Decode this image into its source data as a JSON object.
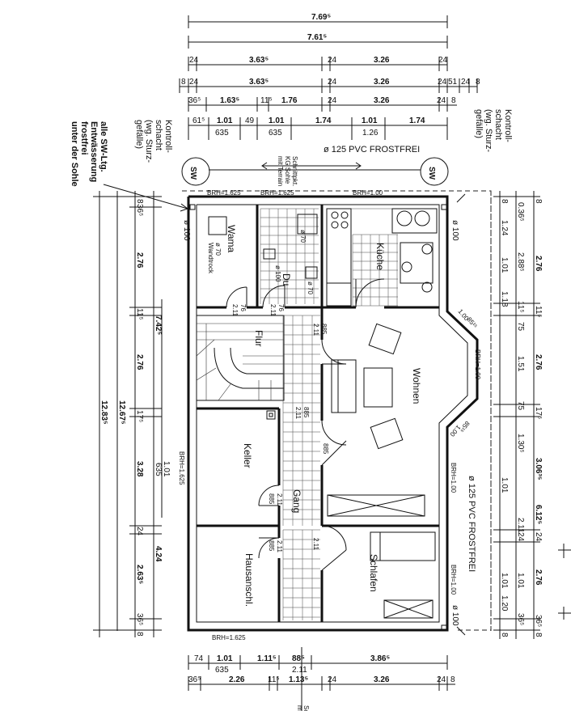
{
  "top_dims": {
    "r1": "7.69⁵",
    "r2": "7.61⁵",
    "r3": [
      "24",
      "3.63⁵",
      "24",
      "3.26",
      "24"
    ],
    "r4": [
      "8",
      "24",
      "3.63⁵",
      "24",
      "3.26",
      "24",
      "51",
      "24",
      "8"
    ],
    "r5": [
      "36⁵",
      "1.63⁵",
      "11⁵",
      "1.76",
      "24",
      "3.26",
      "24",
      "8"
    ],
    "r6": [
      "61⁵",
      "1.01",
      "49",
      "1.01",
      "1.74",
      "1.01",
      "1.74"
    ],
    "r6b": [
      "635",
      "635",
      "1.26"
    ]
  },
  "bottom_dims": {
    "r1": [
      "74",
      "1.01",
      "1.11⁵",
      "88⁵",
      "3.86⁵"
    ],
    "r1b": [
      "635",
      "2.11"
    ],
    "r2": [
      "36⁵",
      "2.26",
      "11⁵",
      "1.13⁵",
      "24",
      "3.26",
      "24",
      "8"
    ]
  },
  "left_dims": {
    "seg": [
      "8",
      "36⁵",
      "2.76",
      "11⁵",
      "2.76",
      "17⁵",
      "3.28",
      "24",
      "2.63⁵",
      "36⁵",
      "8"
    ],
    "inner": [
      "1.01",
      "635",
      "BRH=1.625"
    ],
    "totals": [
      "7.42⁵",
      "4.24",
      "12.67⁵",
      "12.83⁵"
    ]
  },
  "right_dims": {
    "c1": [
      "8",
      "1.24",
      "1.01",
      "1.18",
      "1.01",
      "1.01",
      "1.20",
      "8"
    ],
    "c2": [
      "0.36⁵",
      "2.88⁵",
      "11⁵",
      "75",
      "1.51",
      "75",
      "1.30⁵",
      "2.11",
      "24",
      "1.01",
      "36⁵"
    ],
    "c3": [
      "8",
      "2.76",
      "11⁵",
      "2.76",
      "17⁵",
      "3.06³⁵",
      "6.12⁵",
      "24",
      "2.76",
      "36⁵",
      "8"
    ]
  },
  "rooms": {
    "wama": "Wama",
    "du": "Du",
    "kueche": "Küche",
    "flur": "Flur",
    "wohnen": "Wohnen",
    "keller": "Keller",
    "gang": "Gang",
    "hausanschl": "Hausanschl.",
    "schlafen": "Schlafen"
  },
  "doors": [
    "76",
    "2.11",
    "76",
    "2.11",
    "885",
    "2.11",
    "885",
    "2.11",
    "885",
    "2.11",
    "885",
    "2.11",
    "885",
    "2.11"
  ],
  "brh": {
    "top1": "BRH=1.625",
    "top2": "BRH=1.625",
    "top3": "BRH=1.00",
    "bottom": "BRH=1.625",
    "right1": "BRH=1.00",
    "right2": "BRH=1.00",
    "right3": "BRH=1.00"
  },
  "notes": {
    "kontrollschacht_left": [
      "Kontroll-",
      "schacht",
      "(wg. Sturz-",
      "gefälle)"
    ],
    "kontrollschacht_right": [
      "Kontroll-",
      "schacht",
      "(wg. Sturz-",
      "gefälle)"
    ],
    "sw_line": [
      "alle SW-Ltg.",
      "Entwässerung",
      "frostfrei",
      "unter der Sohle"
    ],
    "pvc_top": "ø 125  PVC  FROSTFREI",
    "pvc_right": "ø 125  PVC  FROSTFREI",
    "schnittpkt": [
      "Schnittpkt.",
      "KG Sohle",
      "mit Terrain"
    ],
    "sw": "SW",
    "d100": "ø 100",
    "d70": "ø 70",
    "wandtrock": "Wandtrock",
    "bay_dims": [
      "85¹⁵",
      "85¹⁵",
      "1.00",
      "1.00"
    ],
    "bottom_cut": [
      "Sc",
      "mi"
    ]
  }
}
